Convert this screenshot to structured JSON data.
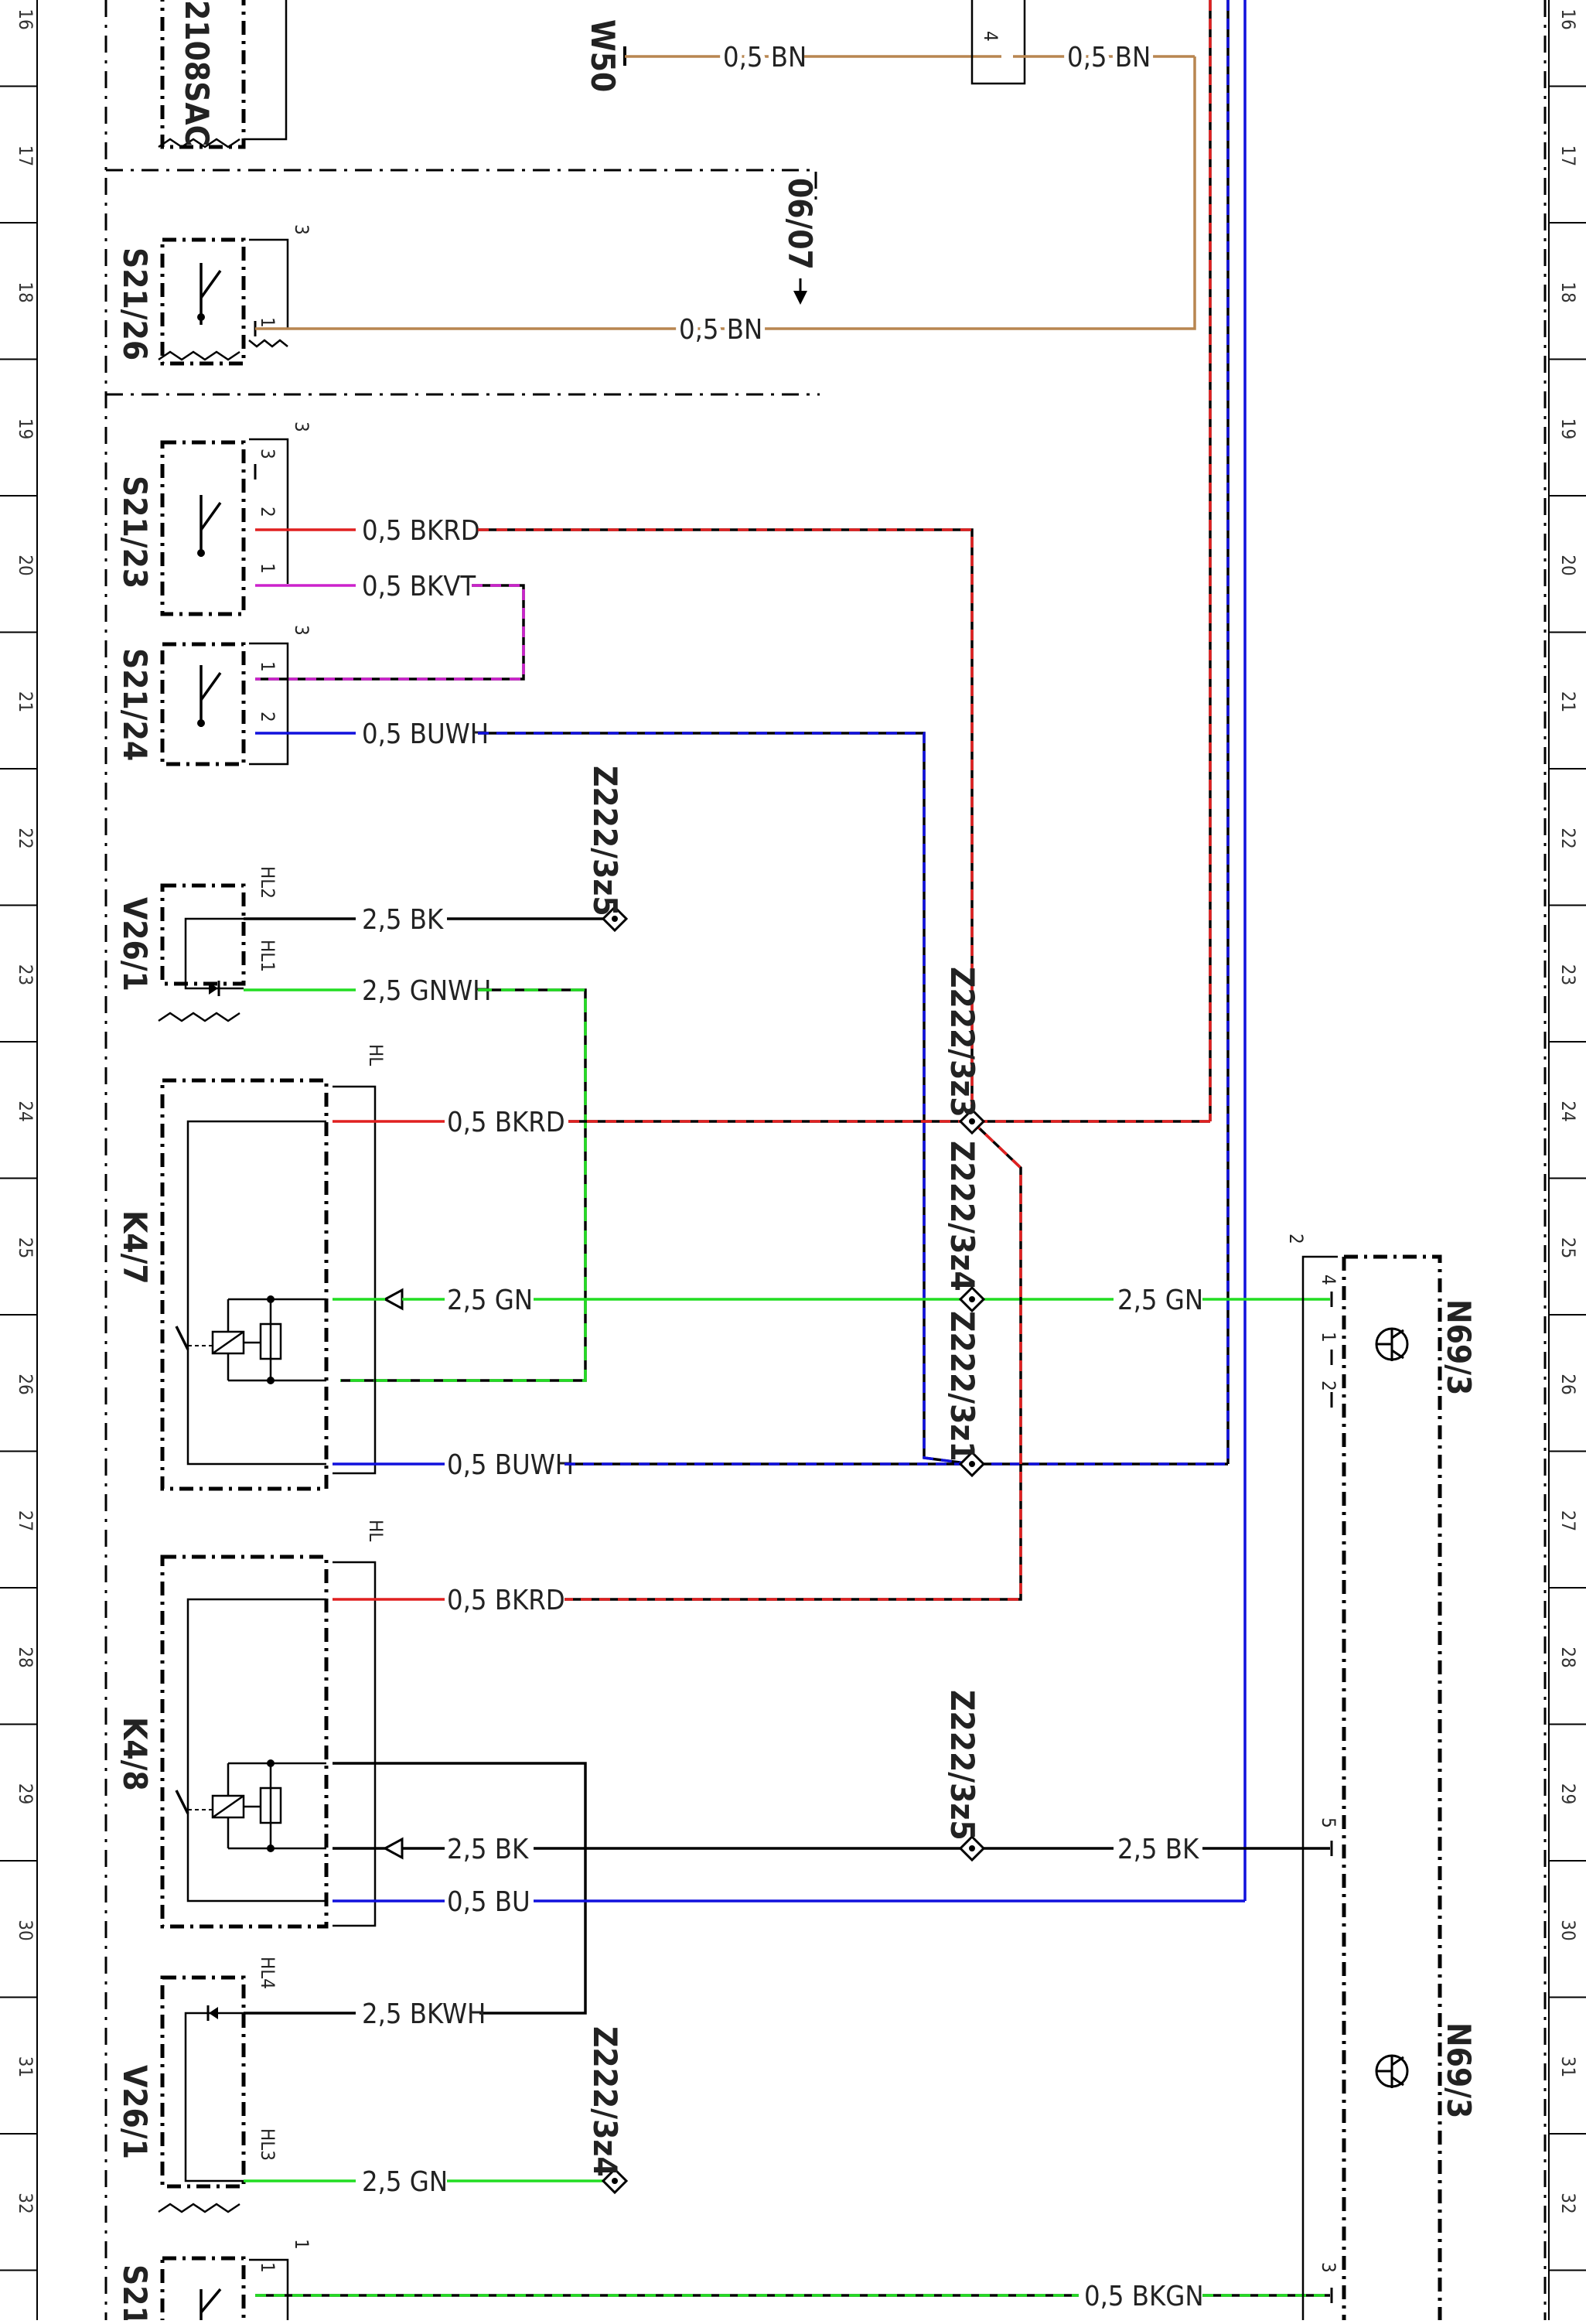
{
  "colors": {
    "BN": "#b88650",
    "BK": "#000000",
    "RD": "#e02020",
    "VT": "#cc22cc",
    "BU": "#1111dd",
    "WH": "#ffffff",
    "GN": "#22dd22"
  },
  "ruler": {
    "rows": [
      "16",
      "17",
      "18",
      "19",
      "20",
      "21",
      "22",
      "23",
      "24",
      "25",
      "26",
      "27",
      "28",
      "29",
      "30",
      "31",
      "32"
    ]
  },
  "components": {
    "a2108sac": "2108SAC",
    "w50": "W50",
    "s21_26": "S21/26",
    "s21_23": "S21/23",
    "s21_24": "S21/24",
    "v26_1a": "V26/1",
    "v26_1b": "V26/1",
    "k4_7": "K4/7",
    "k4_8": "K4/8",
    "n69_3a": "N69/3",
    "n69_3b": "N69/3",
    "s21_bottom": "S21"
  },
  "note": {
    "date": "06/07"
  },
  "connectors": {
    "z5_top": "Z222/3z5",
    "z3": "Z222/3z3",
    "z4_mid": "Z222/3z4",
    "z1": "Z222/3z1",
    "z5_low": "Z222/3z5",
    "z4_low": "Z222/3z4"
  },
  "wires": {
    "w50_a": "0,5 BN",
    "w50_b": "0,5 BN",
    "s2126": "0,5 BN",
    "s2123_bkrd": "0,5 BKRD",
    "s2123_bkvt": "0,5 BKVT",
    "s2124_buwh": "0,5 BUWH",
    "v261_bk": "2,5 BK",
    "v261_gnwh": "2,5 GNWH",
    "k47_bkrd": "0,5 BKRD",
    "k47_gn": "2,5 GN",
    "k47_gn_right": "2,5 GN",
    "k47_buwh": "0,5 BUWH",
    "k48_bkrd": "0,5 BKRD",
    "k48_bk": "2,5 BK",
    "k48_bk_right": "2,5 BK",
    "k48_bu": "0,5 BU",
    "v261b_bkwh": "2,5 BKWH",
    "v261b_gn": "2,5 GN",
    "s21_bkgn": "0,5 BKGN"
  },
  "pins": {
    "w50_pin": "4",
    "s2126_p3": "3",
    "s2126_p1": "1",
    "s2123_p3a": "3",
    "s2123_p3b": "3",
    "s2123_p2": "2",
    "s2123_p1": "1",
    "s2124_p3": "3",
    "s2124_p1": "1",
    "s2124_p2": "2",
    "v261_hl2": "HL2",
    "v261_hl1": "HL1",
    "k47_hl": "HL",
    "k48_hl": "HL",
    "v261b_hl4": "HL4",
    "v261b_hl3": "HL3",
    "n69_p2a": "2",
    "n69_p4": "4",
    "n69_p1": "1",
    "n69_p2b": "2",
    "n69_p5": "5",
    "n69_p3": "3",
    "s21_p1": "1",
    "s21_p1b": "1"
  }
}
